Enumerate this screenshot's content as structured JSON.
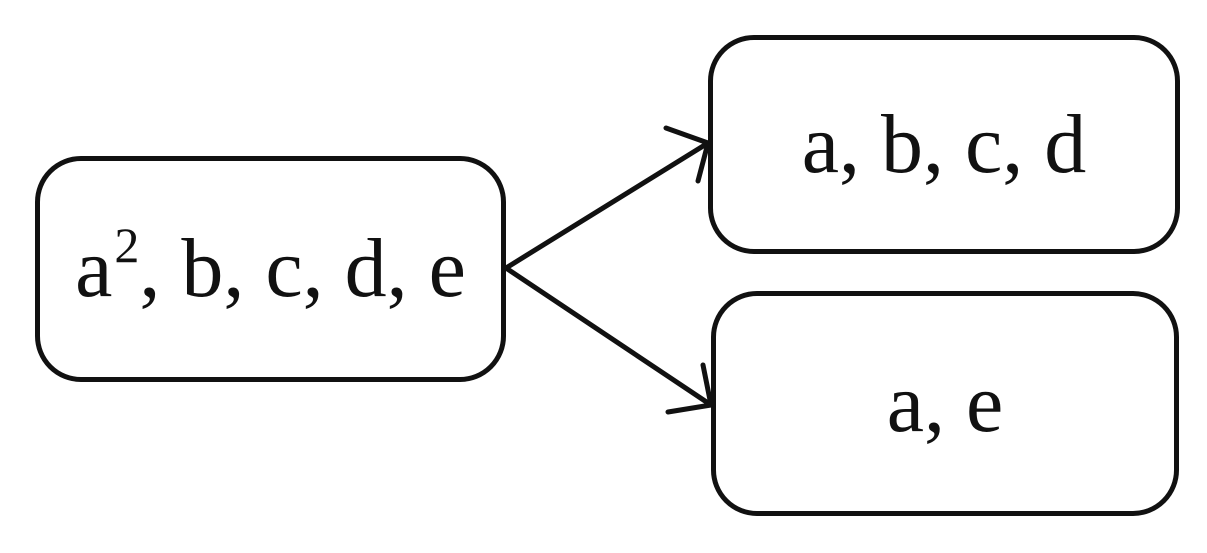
{
  "nodes": {
    "source": {
      "base": "a",
      "superscript": "2",
      "rest": ", b, c, d, e"
    },
    "top": {
      "label": "a, b, c, d"
    },
    "bottom": {
      "label": "a, e"
    }
  },
  "edges": [
    {
      "from": "source",
      "to": "top"
    },
    {
      "from": "source",
      "to": "bottom"
    }
  ],
  "colors": {
    "stroke": "#111111",
    "background": "#ffffff"
  }
}
